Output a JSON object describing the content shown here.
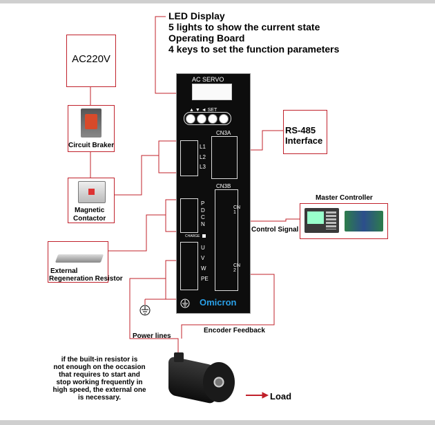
{
  "header": {
    "led_display": "LED Display",
    "led_desc": "5 lights to show the current state",
    "operating_board": "Operating  Board",
    "keys_desc": "4 keys to set the function parameters"
  },
  "labels": {
    "ac220v": "AC220V",
    "circuit_braker": "Circuit Braker",
    "magnetic_contactor_1": "Magnetic",
    "magnetic_contactor_2": "Contactor",
    "external_resistor_1": "External",
    "external_resistor_2": "Regeneration Resistor",
    "rs485_1": "RS-485",
    "rs485_2": "Interface",
    "master_controller": "Master Controller",
    "control_signal": "Control Signal",
    "encoder_feedback": "Encoder Feedback",
    "power_lines": "Power lines",
    "load": "Load"
  },
  "note": {
    "lines": [
      "if the built-in resistor  is",
      "not enough on the occasion",
      "that requires to start  and",
      "stop working frequently in",
      "high speed, the external one",
      "is necessary."
    ]
  },
  "panel": {
    "title": "AC  SERVO",
    "keys": "▲  ▼   ◄  SET",
    "cn3a": "CN3A",
    "cn3b": "CN3B",
    "l1": "L1",
    "l2": "L2",
    "l3": "L3",
    "p": "P",
    "d": "D",
    "c": "C",
    "n": "N",
    "charge": "CHARGE",
    "u": "U",
    "v": "V",
    "w": "W",
    "pe": "PE",
    "cn1": "CN\n1",
    "cn2": "CN\n2",
    "brand": "Omicron"
  },
  "colors": {
    "wire": "#c0202a",
    "panel": "#0d0d0d",
    "brand": "#2aa0e8",
    "ground_icon": "ground-icon"
  }
}
